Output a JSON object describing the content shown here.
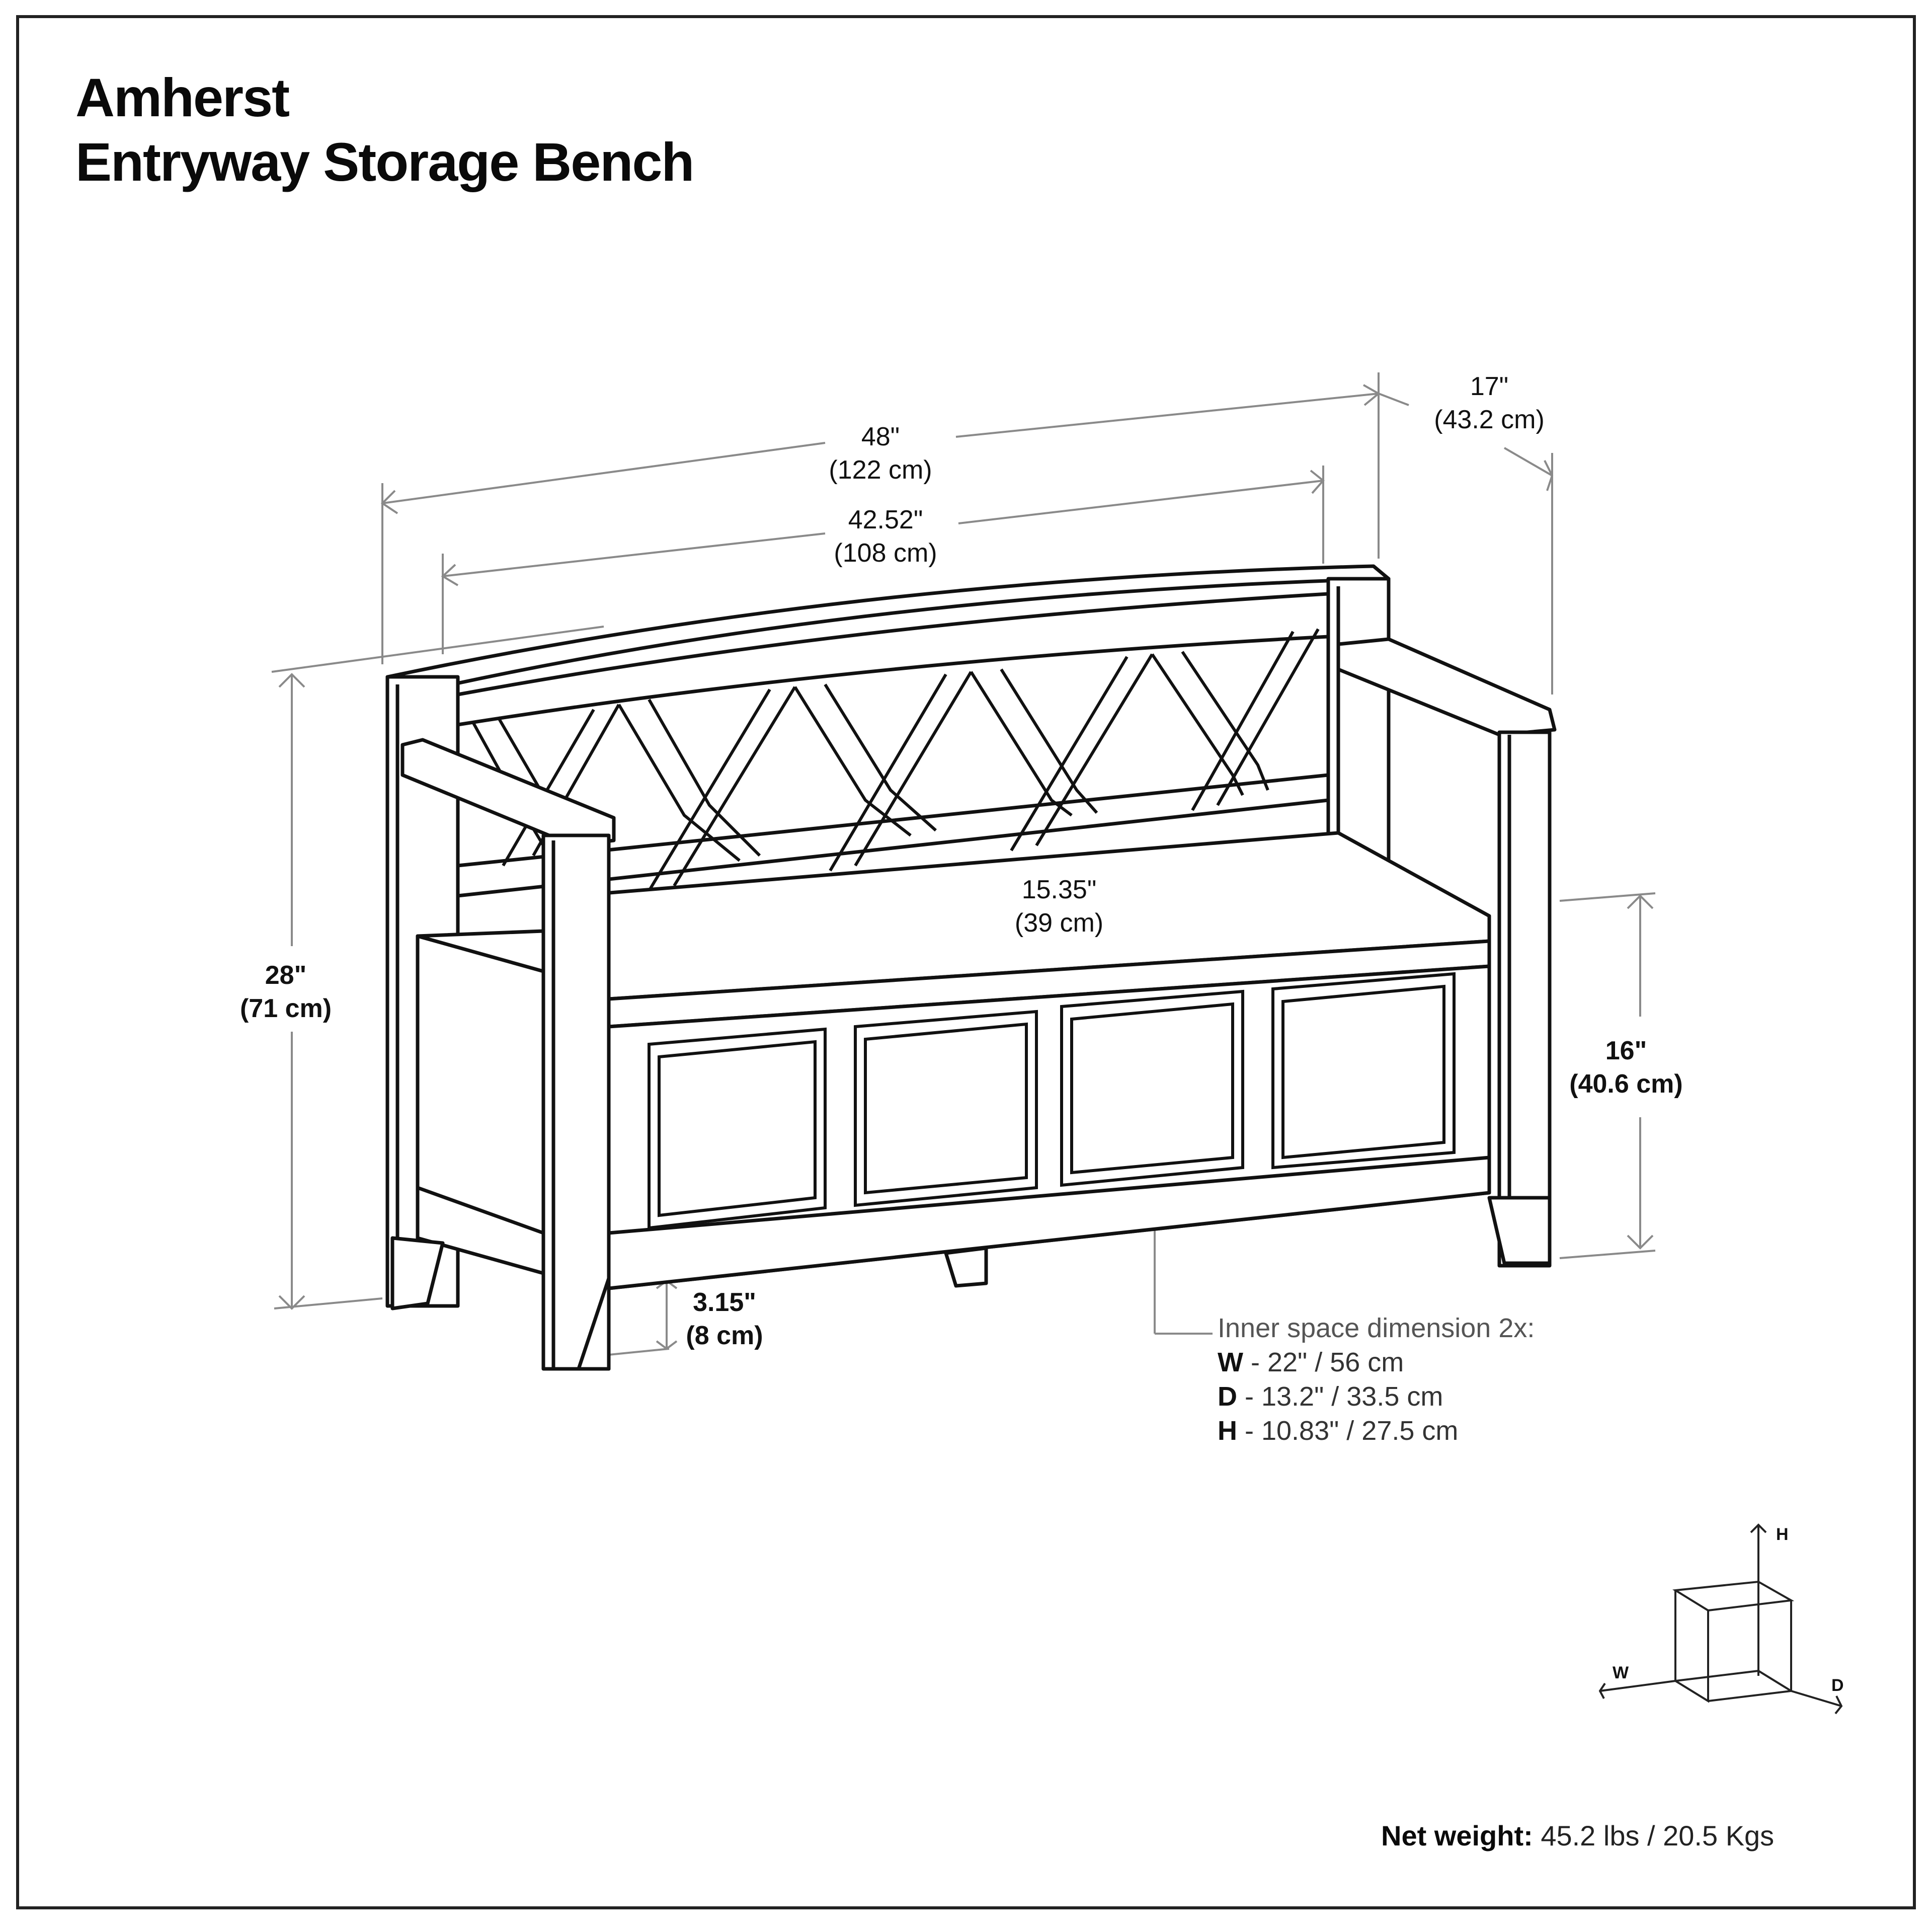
{
  "title": {
    "line1": "Amherst",
    "line2": "Entryway Storage Bench"
  },
  "dimensions": {
    "overall_width": {
      "in": "48\"",
      "cm": "(122 cm)"
    },
    "inner_width": {
      "in": "42.52\"",
      "cm": "(108 cm)"
    },
    "depth": {
      "in": "17\"",
      "cm": "(43.2 cm)"
    },
    "overall_height": {
      "in": "28\"",
      "cm": "(71 cm)"
    },
    "seat_depth": {
      "in": "15.35\"",
      "cm": "(39 cm)"
    },
    "seat_height": {
      "in": "16\"",
      "cm": "(40.6 cm)"
    },
    "leg_clearance": {
      "in": "3.15\"",
      "cm": "(8 cm)"
    }
  },
  "inner_space": {
    "heading": "Inner space dimension 2x:",
    "rows": [
      {
        "key": "W",
        "value": " - 22\" / 56 cm"
      },
      {
        "key": "D",
        "value": " - 13.2\" / 33.5 cm"
      },
      {
        "key": "H",
        "value": " - 10.83\" / 27.5 cm"
      }
    ]
  },
  "axis_legend": {
    "h": "H",
    "w": "W",
    "d": "D"
  },
  "net_weight": {
    "label": "Net weight:",
    "value": " 45.2 lbs / 20.5 Kgs"
  },
  "colors": {
    "line": "#111111",
    "dimension_line": "#8a8a8a",
    "border": "#222222",
    "background": "#ffffff"
  }
}
